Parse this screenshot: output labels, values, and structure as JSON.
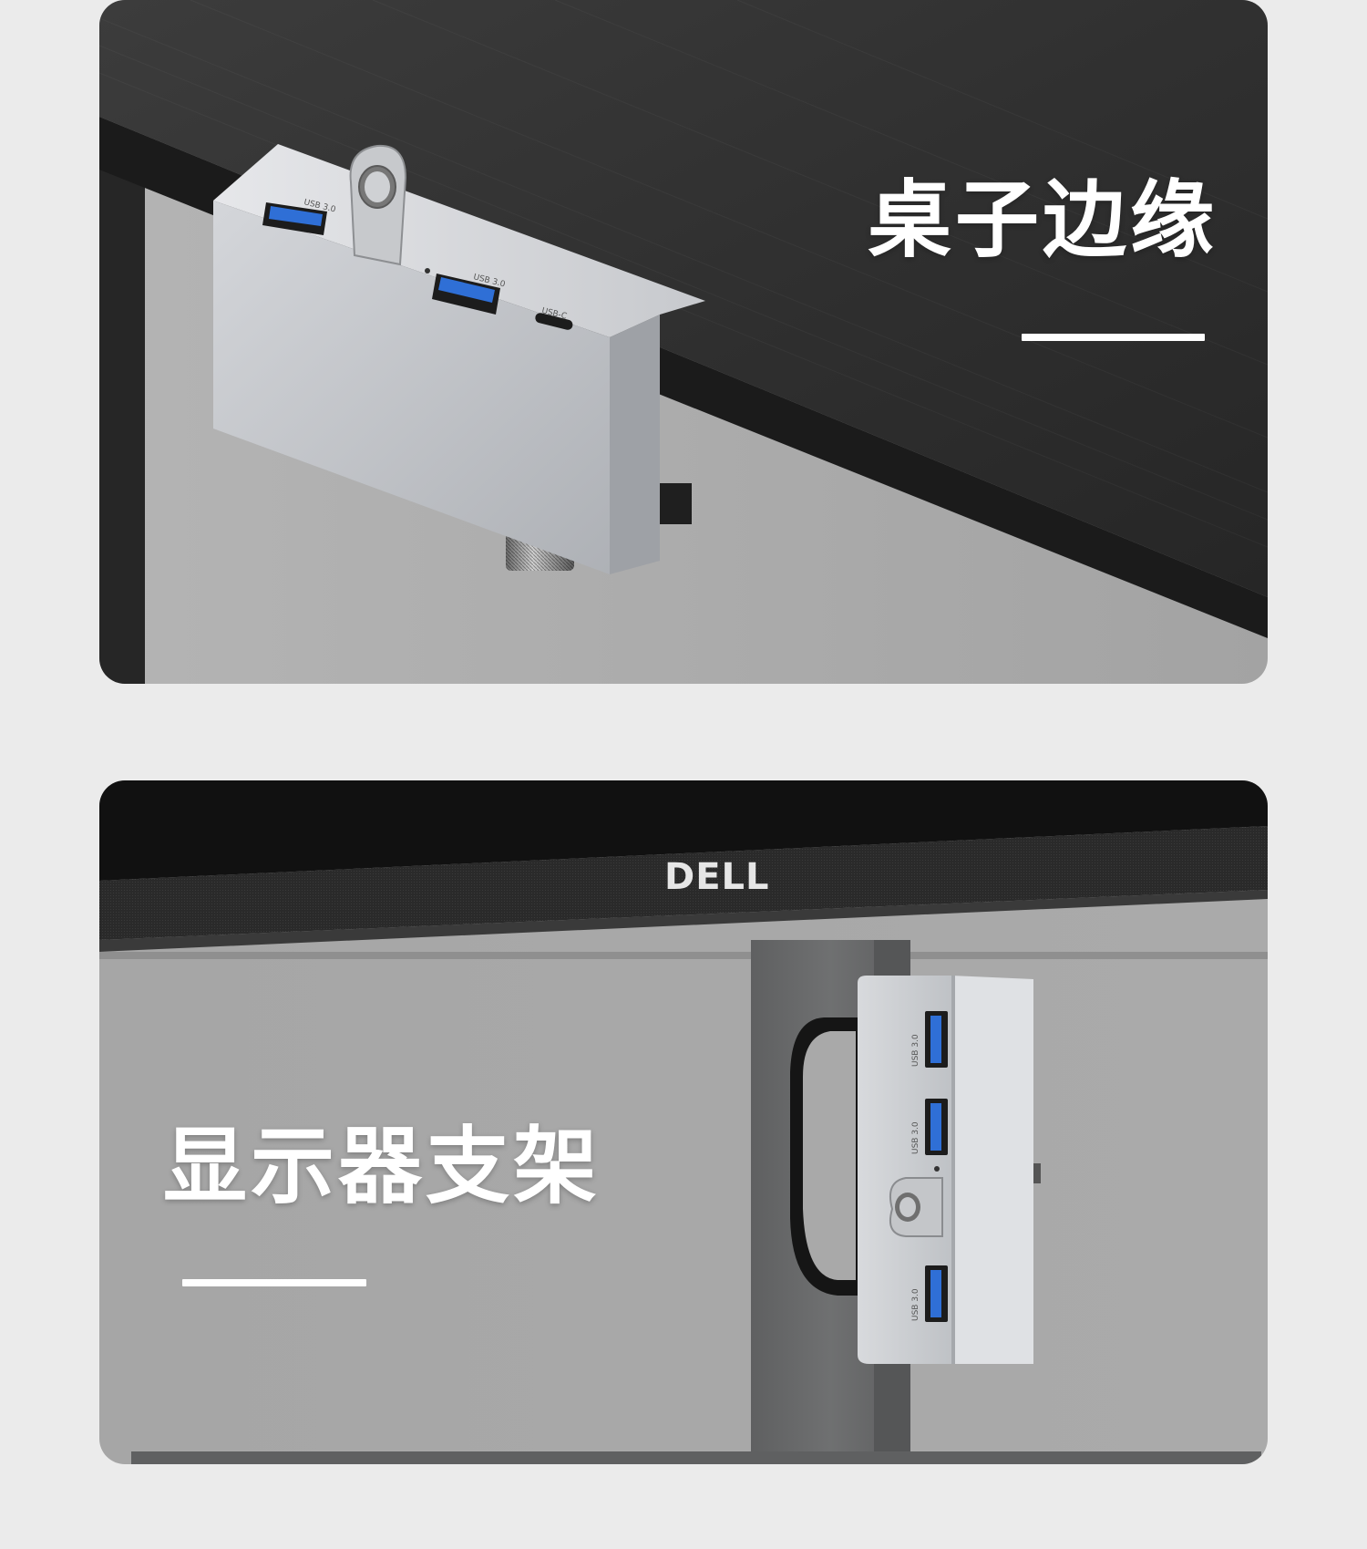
{
  "panels": [
    {
      "title": "桌子边缘",
      "port_labels": [
        "USB 3.0",
        "USB 3.0",
        "USB-C"
      ]
    },
    {
      "title": "显示器支架",
      "brand": "DELL",
      "port_labels": [
        "USB 3.0",
        "USB 3.0",
        "USB 3.0"
      ]
    }
  ],
  "colors": {
    "background": "#ebebeb",
    "desk_top": "#2f2f2f",
    "wall_gray": "#a8a8a8",
    "hub_silver": "#c9cbcf",
    "usb_blue": "#2f6fd6",
    "text": "#ffffff"
  },
  "icons": [
    "usb-a-port-icon",
    "usb-c-port-icon",
    "lanyard-ring-icon",
    "clamp-knob-icon",
    "dell-logo"
  ]
}
